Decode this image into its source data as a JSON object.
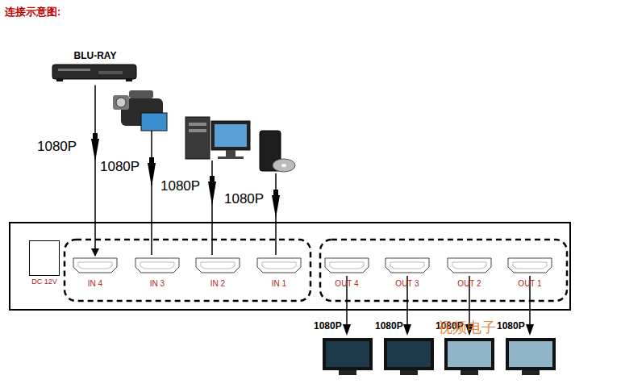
{
  "diagram": {
    "title": "连接示意图:",
    "nodes": [
      {
        "text": [
          "BLU-RAY"
        ]
      },
      {
        "text": [
          "DC 12V"
        ]
      },
      {
        "text": [
          "IN 4"
        ]
      },
      {
        "text": [
          "IN 3"
        ]
      },
      {
        "text": [
          "IN 2"
        ]
      },
      {
        "text": [
          "IN 1"
        ]
      },
      {
        "text": [
          "OUT 4"
        ]
      },
      {
        "text": [
          "OUT 3"
        ]
      },
      {
        "text": [
          "OUT 2"
        ]
      },
      {
        "text": [
          "OUT 1"
        ]
      }
    ],
    "edges": [
      {
        "from": 0,
        "to": 2,
        "arrow": "to",
        "label": "1080P"
      }
    ],
    "labels": [
      "1080P",
      "1080P",
      "1080P",
      "1080P",
      "1080P",
      "1080P",
      "1080P",
      "视频电子"
    ]
  }
}
